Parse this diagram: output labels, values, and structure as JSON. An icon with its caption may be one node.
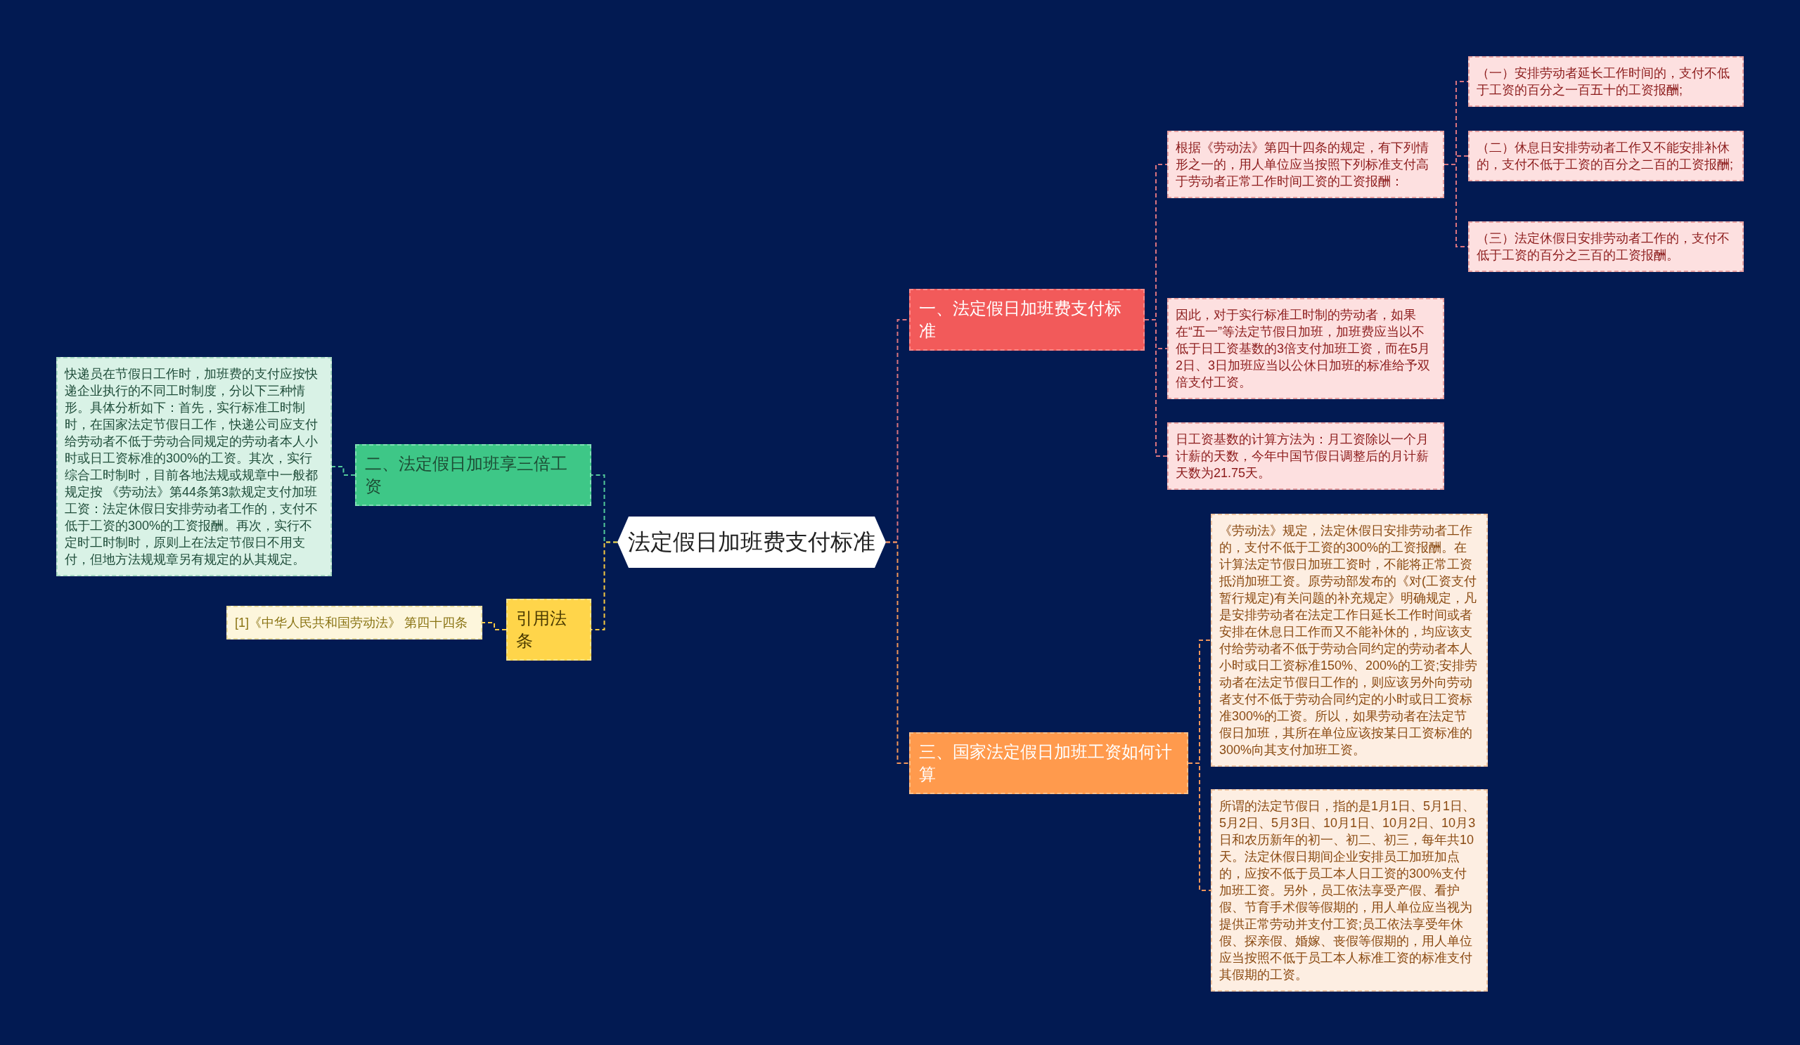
{
  "diagram": {
    "nodes": [
      {
        "text": [
          "法定假日加班费支付标准"
        ]
      },
      {
        "text": [
          "一、法定假日加班费支付标准"
        ]
      },
      {
        "text": [
          "根据《劳动法》第四十四条的规定，有下列情形之一的，用人单位应当按照下列标准支付高于劳动者正常工作时间工资的工资报酬："
        ]
      },
      {
        "text": [
          "（一）安排劳动者延长工作时间的，支付不低于工资的百分之一百五十的工资报酬;"
        ]
      },
      {
        "text": [
          "（二）休息日安排劳动者工作又不能安排补休的，支付不低于工资的百分之二百的工资报酬;"
        ]
      },
      {
        "text": [
          "（三）法定休假日安排劳动者工作的，支付不低于工资的百分之三百的工资报酬。"
        ]
      },
      {
        "text": [
          "因此，对于实行标准工时制的劳动者，如果在“五一”等法定节假日加班，加班费应当以不低于日工资基数的3倍支付加班工资，而在5月2日、3日加班应当以公休日加班的标准给予双倍支付工资。"
        ]
      },
      {
        "text": [
          "日工资基数的计算方法为：月工资除以一个月计薪的天数，今年中国节假日调整后的月计薪天数为21.75天。"
        ]
      },
      {
        "text": [
          "三、国家法定假日加班工资如何计算"
        ]
      },
      {
        "text": [
          "《劳动法》规定，法定休假日安排劳动者工作的，支付不低于工资的300%的工资报酬。在计算法定节假日加班工资时，不能将正常工资抵消加班工资。原劳动部发布的《对(工资支付暂行规定)有关问题的补充规定》明确规定，凡是安排劳动者在法定工作日延长工作时间或者安排在休息日工作而又不能补休的，均应该支付给劳动者不低于劳动合同约定的劳动者本人小时或日工资标准150%、200%的工资;安排劳动者在法定节假日工作的，则应该另外向劳动者支付不低于劳动合同约定的小时或日工资标准300%的工资。所以，如果劳动者在法定节假日加班，其所在单位应该按某日工资标准的300%向其支付加班工资。"
        ]
      },
      {
        "text": [
          "所谓的法定节假日，指的是1月1日、5月1日、5月2日、5月3日、10月1日、10月2日、10月3日和农历新年的初一、初二、初三，每年共10天。法定休假日期间企业安排员工加班加点的，应按不低于员工本人日工资的300%支付加班工资。另外，员工依法享受产假、看护假、节育手术假等假期的，用人单位应当视为提供正常劳动并支付工资;员工依法享受年休假、探亲假、婚嫁、丧假等假期的，用人单位应当按照不低于员工本人标准工资的标准支付其假期的工资。"
        ]
      },
      {
        "text": [
          "二、法定假日加班享三倍工资"
        ]
      },
      {
        "text": [
          "快递员在节假日工作时，加班费的支付应按快递企业执行的不同工时制度，分以下三种情形。具体分析如下：首先，实行标准工时制时，在国家法定节假日工作，快递公司应支付给劳动者不低于劳动合同规定的劳动者本人小时或日工资标准的300%的工资。其次，实行综合工时制时，目前各地法规或规章中一般都规定按 《劳动法》第44条第3款规定支付加班工资：法定休假日安排劳动者工作的，支付不低于工资的300%的工资报酬。再次，实行不定时工时制时，原则上在法定节假日不用支付，但地方法规规章另有规定的从其规定。"
        ]
      },
      {
        "text": [
          "引用法条"
        ]
      },
      {
        "text": [
          "[1]《中华人民共和国劳动法》 第四十四条"
        ]
      }
    ],
    "edges": [
      {
        "from": 0,
        "to": 1,
        "arrow": "none"
      },
      {
        "from": 1,
        "to": 2,
        "arrow": "none"
      },
      {
        "from": 2,
        "to": 3,
        "arrow": "none"
      },
      {
        "from": 2,
        "to": 4,
        "arrow": "none"
      },
      {
        "from": 2,
        "to": 5,
        "arrow": "none"
      },
      {
        "from": 1,
        "to": 6,
        "arrow": "none"
      },
      {
        "from": 1,
        "to": 7,
        "arrow": "none"
      },
      {
        "from": 0,
        "to": 8,
        "arrow": "none",
        "color": "#f0955a"
      },
      {
        "from": 8,
        "to": 9,
        "arrow": "none",
        "color": "#f0955a"
      },
      {
        "from": 8,
        "to": 10,
        "arrow": "none",
        "color": "#f0955a"
      },
      {
        "from": 0,
        "to": 11,
        "arrow": "none",
        "color": "#52c99a"
      },
      {
        "from": 11,
        "to": 12,
        "arrow": "none",
        "color": "#52c99a"
      },
      {
        "from": 0,
        "to": 13,
        "arrow": "none",
        "color": "#f5c842"
      },
      {
        "from": 13,
        "to": 14,
        "arrow": "none",
        "color": "#f5c842"
      }
    ]
  }
}
